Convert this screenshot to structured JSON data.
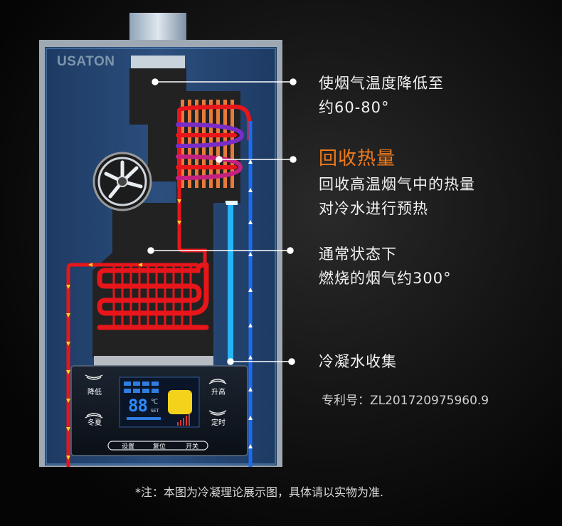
{
  "brand": "USATON",
  "callouts": [
    {
      "lines": [
        "使烟气温度降低至",
        "约60-80°"
      ]
    },
    {
      "title": "回收热量",
      "lines": [
        "回收高温烟气中的热量",
        "对冷水进行预热"
      ]
    },
    {
      "lines": [
        "通常状态下",
        "燃烧的烟气约300°"
      ]
    },
    {
      "lines": [
        "冷凝水收集"
      ]
    }
  ],
  "patent": "专利号：ZL201720975960.9",
  "note": "*注：本图为冷凝理论展示图，具体请以实物为准.",
  "panel": {
    "btn_down": "降低",
    "btn_season": "冬夏",
    "btn_up": "升高",
    "btn_timer": "定时",
    "bar_settings": "设置",
    "bar_reset": "复位",
    "bar_power": "开关",
    "display_digits": "88",
    "display_unit": "℃",
    "display_set": "SET"
  },
  "colors": {
    "hot": "#e8151a",
    "cold": "#1a6cf0",
    "copper": "#e87a3a",
    "accent": "#f07a1a"
  }
}
